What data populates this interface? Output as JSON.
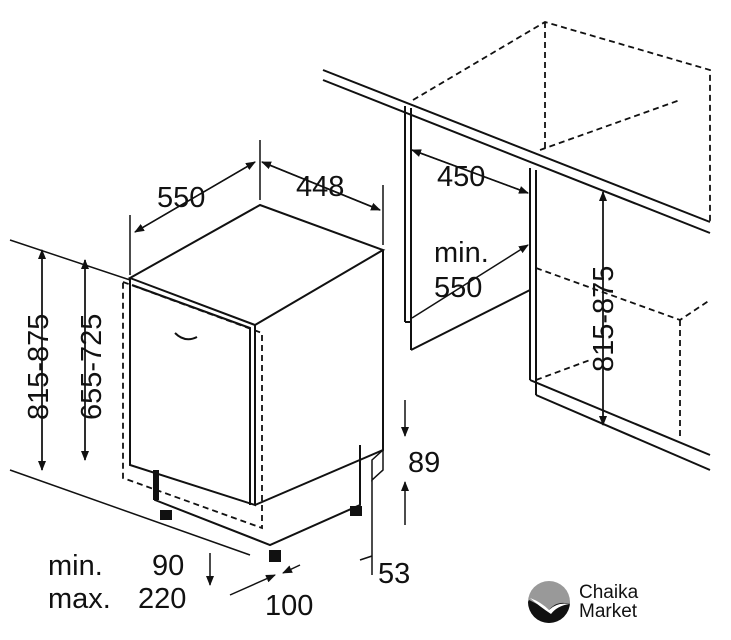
{
  "dimensions": {
    "depth": "550",
    "width": "448",
    "niche_width": "450",
    "niche_depth_label": "min.",
    "niche_depth": "550",
    "height_total": "815-875",
    "door_height": "655-725",
    "niche_height": "815-875",
    "plinth_top": "89",
    "plinth_bottom": "53",
    "plinth_min_label": "min.",
    "plinth_min": "90",
    "plinth_max_label": "max.",
    "plinth_max": "220",
    "foot_offset": "100"
  },
  "logo": {
    "line1": "Chaika",
    "line2": "Market"
  }
}
